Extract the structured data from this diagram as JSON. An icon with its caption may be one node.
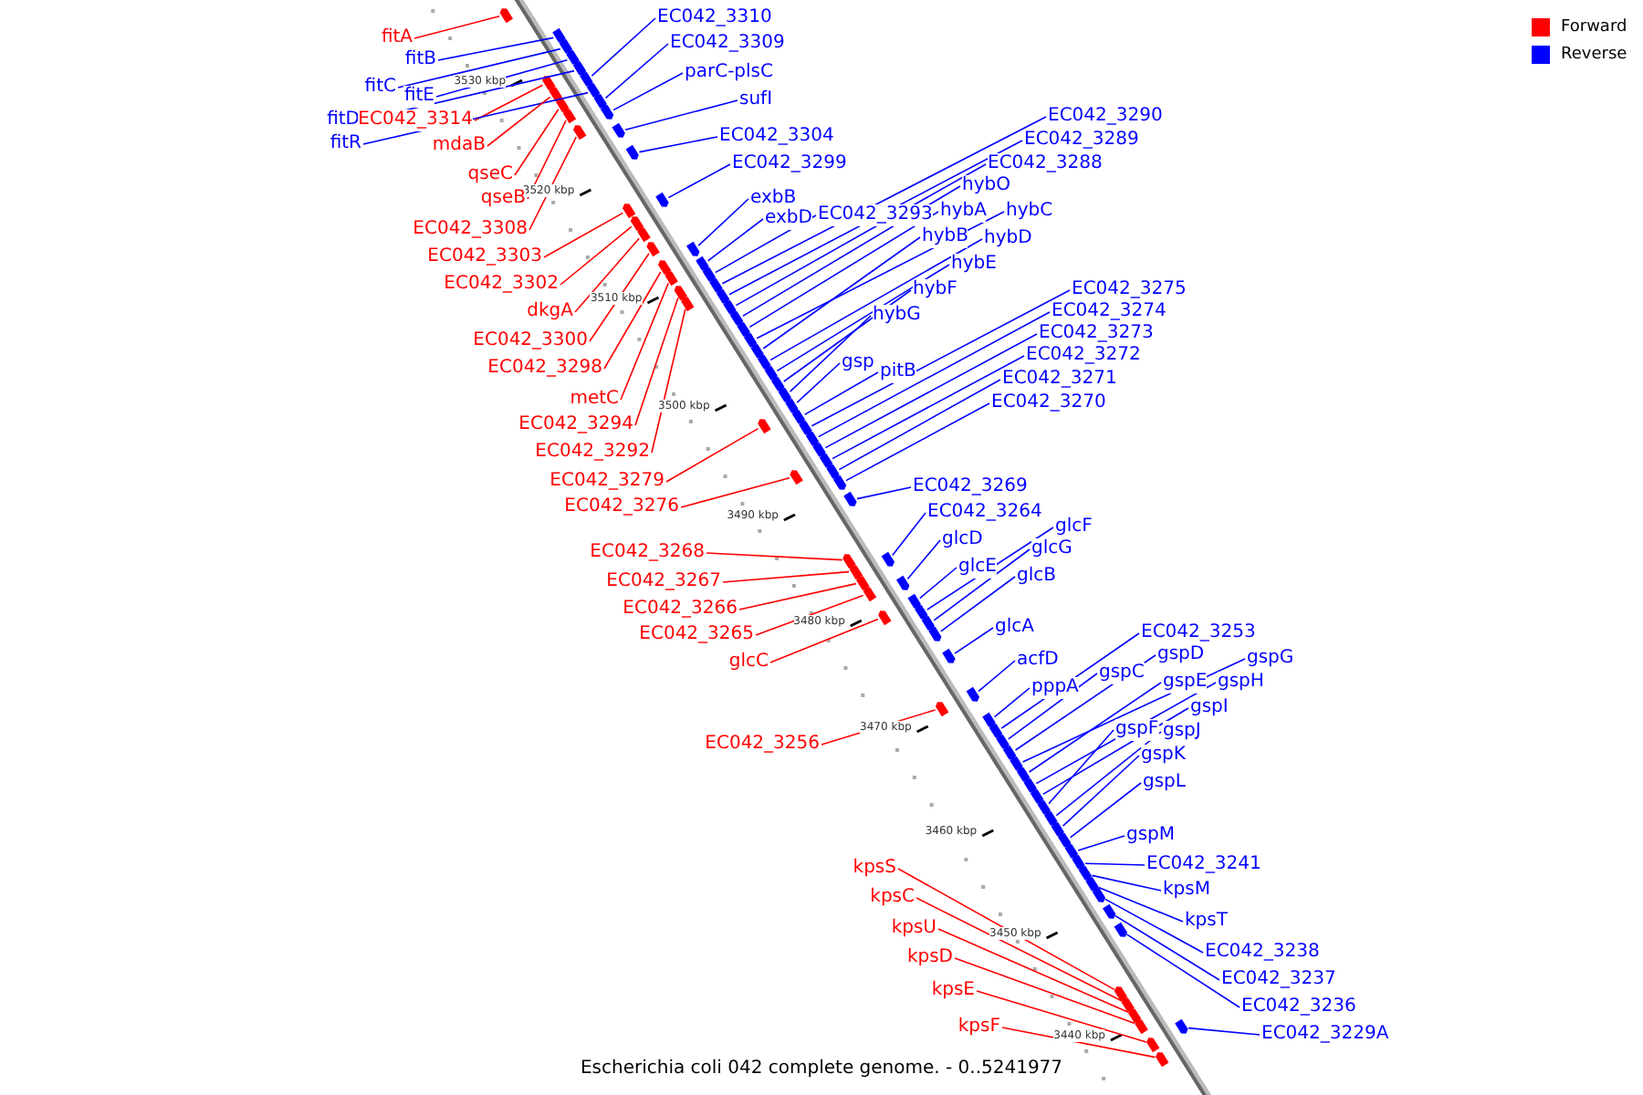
{
  "diagram": {
    "caption": "Escherichia coli 042 complete genome. - 0..5241977",
    "nodes": [
      {
        "text": [
          "fitA"
        ]
      },
      {
        "text": [
          "fitB"
        ]
      },
      {
        "text": [
          "fitC"
        ]
      },
      {
        "text": [
          "fitE"
        ]
      },
      {
        "text": [
          "fitD"
        ]
      },
      {
        "text": [
          "EC042_3314"
        ]
      },
      {
        "text": [
          "fitR"
        ]
      },
      {
        "text": [
          "mdaB"
        ]
      },
      {
        "text": [
          "qseC"
        ]
      },
      {
        "text": [
          "qseB"
        ]
      },
      {
        "text": [
          "EC042_3308"
        ]
      },
      {
        "text": [
          "EC042_3303"
        ]
      },
      {
        "text": [
          "EC042_3302"
        ]
      },
      {
        "text": [
          "dkgA"
        ]
      },
      {
        "text": [
          "EC042_3300"
        ]
      },
      {
        "text": [
          "EC042_3298"
        ]
      },
      {
        "text": [
          "metC"
        ]
      },
      {
        "text": [
          "EC042_3294"
        ]
      },
      {
        "text": [
          "EC042_3292"
        ]
      },
      {
        "text": [
          "EC042_3279"
        ]
      },
      {
        "text": [
          "EC042_3276"
        ]
      },
      {
        "text": [
          "EC042_3268"
        ]
      },
      {
        "text": [
          "EC042_3267"
        ]
      },
      {
        "text": [
          "EC042_3266"
        ]
      },
      {
        "text": [
          "EC042_3265"
        ]
      },
      {
        "text": [
          "glcC"
        ]
      },
      {
        "text": [
          "EC042_3256"
        ]
      },
      {
        "text": [
          "kpsS"
        ]
      },
      {
        "text": [
          "kpsC"
        ]
      },
      {
        "text": [
          "kpsU"
        ]
      },
      {
        "text": [
          "kpsD"
        ]
      },
      {
        "text": [
          "kpsE"
        ]
      },
      {
        "text": [
          "kpsF"
        ]
      },
      {
        "text": [
          "EC042_3310"
        ]
      },
      {
        "text": [
          "EC042_3309"
        ]
      },
      {
        "text": [
          "parC-plsC"
        ]
      },
      {
        "text": [
          "sufI"
        ]
      },
      {
        "text": [
          "EC042_3304"
        ]
      },
      {
        "text": [
          "EC042_3299"
        ]
      },
      {
        "text": [
          "exbB"
        ]
      },
      {
        "text": [
          "exbD"
        ]
      },
      {
        "text": [
          "EC042_3293"
        ]
      },
      {
        "text": [
          "EC042_3290"
        ]
      },
      {
        "text": [
          "EC042_3289"
        ]
      },
      {
        "text": [
          "EC042_3288"
        ]
      },
      {
        "text": [
          "hybO"
        ]
      },
      {
        "text": [
          "hybA"
        ]
      },
      {
        "text": [
          "hybC"
        ]
      },
      {
        "text": [
          "hybB"
        ]
      },
      {
        "text": [
          "hybD"
        ]
      },
      {
        "text": [
          "hybE"
        ]
      },
      {
        "text": [
          "hybF"
        ]
      },
      {
        "text": [
          "hybG"
        ]
      },
      {
        "text": [
          "gsp"
        ]
      },
      {
        "text": [
          "pitB"
        ]
      },
      {
        "text": [
          "EC042_3275"
        ]
      },
      {
        "text": [
          "EC042_3274"
        ]
      },
      {
        "text": [
          "EC042_3273"
        ]
      },
      {
        "text": [
          "EC042_3272"
        ]
      },
      {
        "text": [
          "EC042_3271"
        ]
      },
      {
        "text": [
          "EC042_3270"
        ]
      },
      {
        "text": [
          "EC042_3269"
        ]
      },
      {
        "text": [
          "EC042_3264"
        ]
      },
      {
        "text": [
          "glcD"
        ]
      },
      {
        "text": [
          "glcE"
        ]
      },
      {
        "text": [
          "glcF"
        ]
      },
      {
        "text": [
          "glcG"
        ]
      },
      {
        "text": [
          "glcB"
        ]
      },
      {
        "text": [
          "glcA"
        ]
      },
      {
        "text": [
          "acfD"
        ]
      },
      {
        "text": [
          "pppA"
        ]
      },
      {
        "text": [
          "EC042_3253"
        ]
      },
      {
        "text": [
          "gspC"
        ]
      },
      {
        "text": [
          "gspD"
        ]
      },
      {
        "text": [
          "gspG"
        ]
      },
      {
        "text": [
          "gspE"
        ]
      },
      {
        "text": [
          "gspH"
        ]
      },
      {
        "text": [
          "gspI"
        ]
      },
      {
        "text": [
          "gspF"
        ]
      },
      {
        "text": [
          "gspJ"
        ]
      },
      {
        "text": [
          "gspK"
        ]
      },
      {
        "text": [
          "gspL"
        ]
      },
      {
        "text": [
          "gspM"
        ]
      },
      {
        "text": [
          "EC042_3241"
        ]
      },
      {
        "text": [
          "kpsM"
        ]
      },
      {
        "text": [
          "kpsT"
        ]
      },
      {
        "text": [
          "EC042_3238"
        ]
      },
      {
        "text": [
          "EC042_3237"
        ]
      },
      {
        "text": [
          "EC042_3236"
        ]
      },
      {
        "text": [
          "EC042_3229A"
        ]
      },
      {
        "text": [],
        "shape": "arrow"
      },
      {
        "text": [],
        "shape": "arrow"
      },
      {
        "text": [],
        "shape": "arrow"
      },
      {
        "text": [],
        "shape": "arrow"
      },
      {
        "text": [],
        "shape": "arrow"
      },
      {
        "text": [],
        "shape": "arrow"
      },
      {
        "text": [],
        "shape": "arrow"
      },
      {
        "text": [],
        "shape": "arrow"
      },
      {
        "text": [],
        "shape": "arrow"
      },
      {
        "text": [],
        "shape": "arrow"
      },
      {
        "text": [],
        "shape": "arrow"
      },
      {
        "text": [],
        "shape": "arrow"
      },
      {
        "text": [],
        "shape": "arrow"
      },
      {
        "text": [],
        "shape": "arrow"
      },
      {
        "text": [],
        "shape": "arrow"
      },
      {
        "text": [],
        "shape": "arrow"
      },
      {
        "text": [],
        "shape": "arrow"
      },
      {
        "text": [],
        "shape": "arrow"
      },
      {
        "text": [],
        "shape": "arrow"
      },
      {
        "text": [],
        "shape": "arrow"
      },
      {
        "text": [],
        "shape": "arrow"
      },
      {
        "text": [],
        "shape": "arrow"
      },
      {
        "text": [],
        "shape": "arrow"
      },
      {
        "text": [],
        "shape": "arrow"
      },
      {
        "text": [],
        "shape": "arrow"
      },
      {
        "text": [],
        "shape": "arrow"
      },
      {
        "text": [],
        "shape": "arrow"
      },
      {
        "text": [],
        "shape": "arrow"
      },
      {
        "text": [],
        "shape": "arrow"
      },
      {
        "text": [],
        "shape": "arrow"
      },
      {
        "text": [],
        "shape": "arrow"
      },
      {
        "text": [],
        "shape": "arrow"
      },
      {
        "text": [],
        "shape": "arrow"
      },
      {
        "text": [],
        "shape": "arrow"
      },
      {
        "text": [],
        "shape": "arrow"
      },
      {
        "text": [],
        "shape": "arrow"
      },
      {
        "text": [],
        "shape": "arrow"
      },
      {
        "text": [],
        "shape": "arrow"
      },
      {
        "text": [],
        "shape": "arrow"
      },
      {
        "text": [],
        "shape": "arrow"
      },
      {
        "text": [],
        "shape": "arrow"
      },
      {
        "text": [],
        "shape": "arrow"
      },
      {
        "text": [],
        "shape": "arrow"
      },
      {
        "text": [],
        "shape": "arrow"
      },
      {
        "text": [],
        "shape": "arrow"
      },
      {
        "text": [],
        "shape": "arrow"
      },
      {
        "text": [],
        "shape": "arrow"
      },
      {
        "text": [],
        "shape": "arrow"
      },
      {
        "text": [],
        "shape": "arrow"
      },
      {
        "text": [],
        "shape": "arrow"
      },
      {
        "text": [],
        "shape": "arrow"
      },
      {
        "text": [],
        "shape": "arrow"
      },
      {
        "text": [],
        "shape": "arrow"
      },
      {
        "text": [],
        "shape": "arrow"
      },
      {
        "text": [],
        "shape": "arrow"
      },
      {
        "text": [],
        "shape": "arrow"
      },
      {
        "text": [],
        "shape": "arrow"
      },
      {
        "text": [],
        "shape": "arrow"
      },
      {
        "text": [],
        "shape": "arrow"
      },
      {
        "text": [],
        "shape": "arrow"
      },
      {
        "text": [],
        "shape": "arrow"
      },
      {
        "text": [],
        "shape": "arrow"
      },
      {
        "text": [],
        "shape": "arrow"
      },
      {
        "text": [],
        "shape": "arrow"
      },
      {
        "text": [],
        "shape": "arrow"
      },
      {
        "text": [],
        "shape": "arrow"
      },
      {
        "text": [],
        "shape": "arrow"
      },
      {
        "text": [],
        "shape": "arrow"
      },
      {
        "text": [],
        "shape": "arrow"
      },
      {
        "text": [],
        "shape": "arrow"
      },
      {
        "text": [],
        "shape": "arrow"
      },
      {
        "text": [],
        "shape": "arrow"
      },
      {
        "text": [],
        "shape": "arrow"
      },
      {
        "text": [],
        "shape": "arrow"
      },
      {
        "text": [],
        "shape": "arrow"
      },
      {
        "text": [],
        "shape": "arrow"
      },
      {
        "text": [],
        "shape": "arrow"
      },
      {
        "text": [],
        "shape": "arrow"
      },
      {
        "text": [],
        "shape": "arrow"
      },
      {
        "text": [],
        "shape": "arrow"
      },
      {
        "text": [],
        "shape": "arrow"
      },
      {
        "text": [],
        "shape": "arrow"
      },
      {
        "text": [],
        "shape": "arrow"
      },
      {
        "text": [],
        "shape": "arrow"
      },
      {
        "text": [],
        "shape": "arrow"
      },
      {
        "text": [],
        "shape": "arrow"
      },
      {
        "text": [],
        "shape": "arrow"
      },
      {
        "text": [],
        "shape": "arrow"
      },
      {
        "text": [],
        "shape": "arrow"
      },
      {
        "text": [],
        "shape": "arrow"
      }
    ],
    "edges": [
      {
        "from": 0,
        "to": 90,
        "arrow": "none",
        "color": "#ff0000"
      },
      {
        "from": 1,
        "to": 91,
        "arrow": "none"
      },
      {
        "from": 2,
        "to": 92,
        "arrow": "none"
      },
      {
        "from": 3,
        "to": 93,
        "arrow": "none"
      },
      {
        "from": 4,
        "to": 94,
        "arrow": "none"
      },
      {
        "from": 5,
        "to": 95,
        "arrow": "none",
        "color": "#ff0000"
      },
      {
        "from": 6,
        "to": 96,
        "arrow": "none"
      },
      {
        "from": 7,
        "to": 97,
        "arrow": "none",
        "color": "#ff0000"
      },
      {
        "from": 8,
        "to": 98,
        "arrow": "none",
        "color": "#ff0000"
      },
      {
        "from": 9,
        "to": 99,
        "arrow": "none",
        "color": "#ff0000"
      },
      {
        "from": 10,
        "to": 100,
        "arrow": "none",
        "color": "#ff0000"
      },
      {
        "from": 11,
        "to": 101,
        "arrow": "none",
        "color": "#ff0000"
      },
      {
        "from": 12,
        "to": 102,
        "arrow": "none",
        "color": "#ff0000"
      },
      {
        "from": 13,
        "to": 103,
        "arrow": "none",
        "color": "#ff0000"
      },
      {
        "from": 14,
        "to": 104,
        "arrow": "none",
        "color": "#ff0000"
      },
      {
        "from": 15,
        "to": 105,
        "arrow": "none",
        "color": "#ff0000"
      },
      {
        "from": 16,
        "to": 106,
        "arrow": "none",
        "color": "#ff0000"
      },
      {
        "from": 17,
        "to": 107,
        "arrow": "none",
        "color": "#ff0000"
      },
      {
        "from": 18,
        "to": 108,
        "arrow": "none",
        "color": "#ff0000"
      },
      {
        "from": 19,
        "to": 109,
        "arrow": "none",
        "color": "#ff0000"
      },
      {
        "from": 20,
        "to": 110,
        "arrow": "none",
        "color": "#ff0000"
      },
      {
        "from": 21,
        "to": 111,
        "arrow": "none",
        "color": "#ff0000"
      },
      {
        "from": 22,
        "to": 112,
        "arrow": "none",
        "color": "#ff0000"
      },
      {
        "from": 23,
        "to": 113,
        "arrow": "none",
        "color": "#ff0000"
      },
      {
        "from": 24,
        "to": 114,
        "arrow": "none",
        "color": "#ff0000"
      },
      {
        "from": 25,
        "to": 115,
        "arrow": "none",
        "color": "#ff0000"
      },
      {
        "from": 26,
        "to": 116,
        "arrow": "none",
        "color": "#ff0000"
      },
      {
        "from": 27,
        "to": 117,
        "arrow": "none",
        "color": "#ff0000"
      },
      {
        "from": 28,
        "to": 118,
        "arrow": "none",
        "color": "#ff0000"
      },
      {
        "from": 29,
        "to": 119,
        "arrow": "none",
        "color": "#ff0000"
      },
      {
        "from": 30,
        "to": 120,
        "arrow": "none",
        "color": "#ff0000"
      },
      {
        "from": 31,
        "to": 121,
        "arrow": "none",
        "color": "#ff0000"
      },
      {
        "from": 32,
        "to": 122,
        "arrow": "none",
        "color": "#ff0000"
      },
      {
        "from": 33,
        "to": 123,
        "arrow": "none"
      },
      {
        "from": 34,
        "to": 124,
        "arrow": "none"
      },
      {
        "from": 35,
        "to": 125,
        "arrow": "none"
      },
      {
        "from": 36,
        "to": 126,
        "arrow": "none"
      },
      {
        "from": 37,
        "to": 127,
        "arrow": "none"
      },
      {
        "from": 38,
        "to": 128,
        "arrow": "none"
      },
      {
        "from": 39,
        "to": 129,
        "arrow": "none"
      },
      {
        "from": 40,
        "to": 130,
        "arrow": "none"
      },
      {
        "from": 41,
        "to": 131,
        "arrow": "none"
      },
      {
        "from": 42,
        "to": 132,
        "arrow": "none"
      },
      {
        "from": 43,
        "to": 133,
        "arrow": "none"
      },
      {
        "from": 44,
        "to": 134,
        "arrow": "none"
      },
      {
        "from": 45,
        "to": 135,
        "arrow": "none"
      },
      {
        "from": 46,
        "to": 136,
        "arrow": "none"
      },
      {
        "from": 47,
        "to": 137,
        "arrow": "none"
      },
      {
        "from": 48,
        "to": 138,
        "arrow": "none"
      },
      {
        "from": 49,
        "to": 139,
        "arrow": "none"
      },
      {
        "from": 50,
        "to": 140,
        "arrow": "none"
      },
      {
        "from": 51,
        "to": 141,
        "arrow": "none"
      },
      {
        "from": 52,
        "to": 142,
        "arrow": "none"
      },
      {
        "from": 53,
        "to": 143,
        "arrow": "none"
      },
      {
        "from": 54,
        "to": 144,
        "arrow": "none"
      },
      {
        "from": 55,
        "to": 145,
        "arrow": "none"
      },
      {
        "from": 56,
        "to": 146,
        "arrow": "none"
      },
      {
        "from": 57,
        "to": 147,
        "arrow": "none"
      },
      {
        "from": 58,
        "to": 148,
        "arrow": "none"
      },
      {
        "from": 59,
        "to": 149,
        "arrow": "none"
      },
      {
        "from": 60,
        "to": 150,
        "arrow": "none"
      },
      {
        "from": 61,
        "to": 151,
        "arrow": "none"
      },
      {
        "from": 62,
        "to": 152,
        "arrow": "none"
      },
      {
        "from": 63,
        "to": 153,
        "arrow": "none"
      },
      {
        "from": 64,
        "to": 154,
        "arrow": "none"
      },
      {
        "from": 65,
        "to": 155,
        "arrow": "none"
      },
      {
        "from": 66,
        "to": 156,
        "arrow": "none"
      },
      {
        "from": 67,
        "to": 157,
        "arrow": "none"
      },
      {
        "from": 68,
        "to": 158,
        "arrow": "none"
      },
      {
        "from": 69,
        "to": 159,
        "arrow": "none"
      },
      {
        "from": 70,
        "to": 160,
        "arrow": "none"
      },
      {
        "from": 71,
        "to": 161,
        "arrow": "none"
      },
      {
        "from": 72,
        "to": 162,
        "arrow": "none"
      },
      {
        "from": 73,
        "to": 163,
        "arrow": "none"
      },
      {
        "from": 74,
        "to": 164,
        "arrow": "none"
      },
      {
        "from": 75,
        "to": 165,
        "arrow": "none"
      },
      {
        "from": 76,
        "to": 166,
        "arrow": "none"
      },
      {
        "from": 77,
        "to": 167,
        "arrow": "none"
      },
      {
        "from": 78,
        "to": 168,
        "arrow": "none"
      },
      {
        "from": 79,
        "to": 169,
        "arrow": "none"
      },
      {
        "from": 80,
        "to": 170,
        "arrow": "none"
      },
      {
        "from": 81,
        "to": 171,
        "arrow": "none"
      },
      {
        "from": 82,
        "to": 172,
        "arrow": "none"
      },
      {
        "from": 83,
        "to": 173,
        "arrow": "none"
      },
      {
        "from": 84,
        "to": 174,
        "arrow": "none"
      },
      {
        "from": 85,
        "to": 175,
        "arrow": "none"
      },
      {
        "from": 86,
        "to": 176,
        "arrow": "none"
      },
      {
        "from": 87,
        "to": 177,
        "arrow": "none"
      },
      {
        "from": 88,
        "to": 178,
        "arrow": "none"
      },
      {
        "from": 89,
        "to": 179,
        "arrow": "none"
      }
    ],
    "labels": [
      "3530 kbp",
      "3520 kbp",
      "3510 kbp",
      "3500 kbp",
      "3490 kbp",
      "3480 kbp",
      "3470 kbp",
      "3460 kbp",
      "3450 kbp",
      "3440 kbp"
    ],
    "legend": [
      {
        "text": "Forward",
        "color": "#ff0000"
      },
      {
        "text": "Reverse",
        "color": "#0000ff"
      }
    ]
  }
}
